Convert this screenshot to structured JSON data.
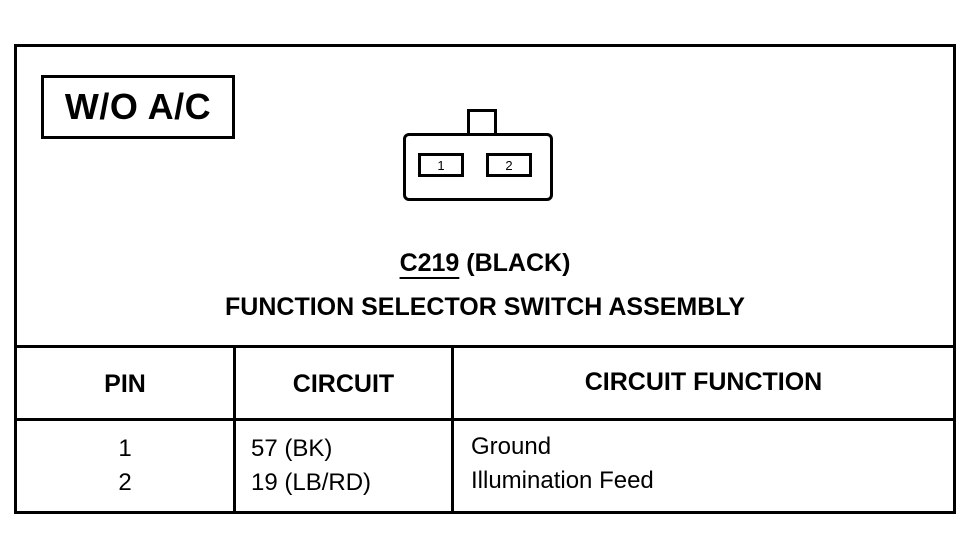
{
  "variant_label": "W/O A/C",
  "connector": {
    "code": "C219",
    "color": "(BLACK)",
    "name": "FUNCTION SELECTOR SWITCH ASSEMBLY",
    "pin_labels": [
      "1",
      "2"
    ]
  },
  "table": {
    "headers": [
      "PIN",
      "CIRCUIT",
      "CIRCUIT FUNCTION"
    ],
    "rows": [
      {
        "pin": "1",
        "circuit": "57 (BK)",
        "function": "Ground"
      },
      {
        "pin": "2",
        "circuit": "19 (LB/RD)",
        "function": "Illumination Feed"
      }
    ]
  }
}
